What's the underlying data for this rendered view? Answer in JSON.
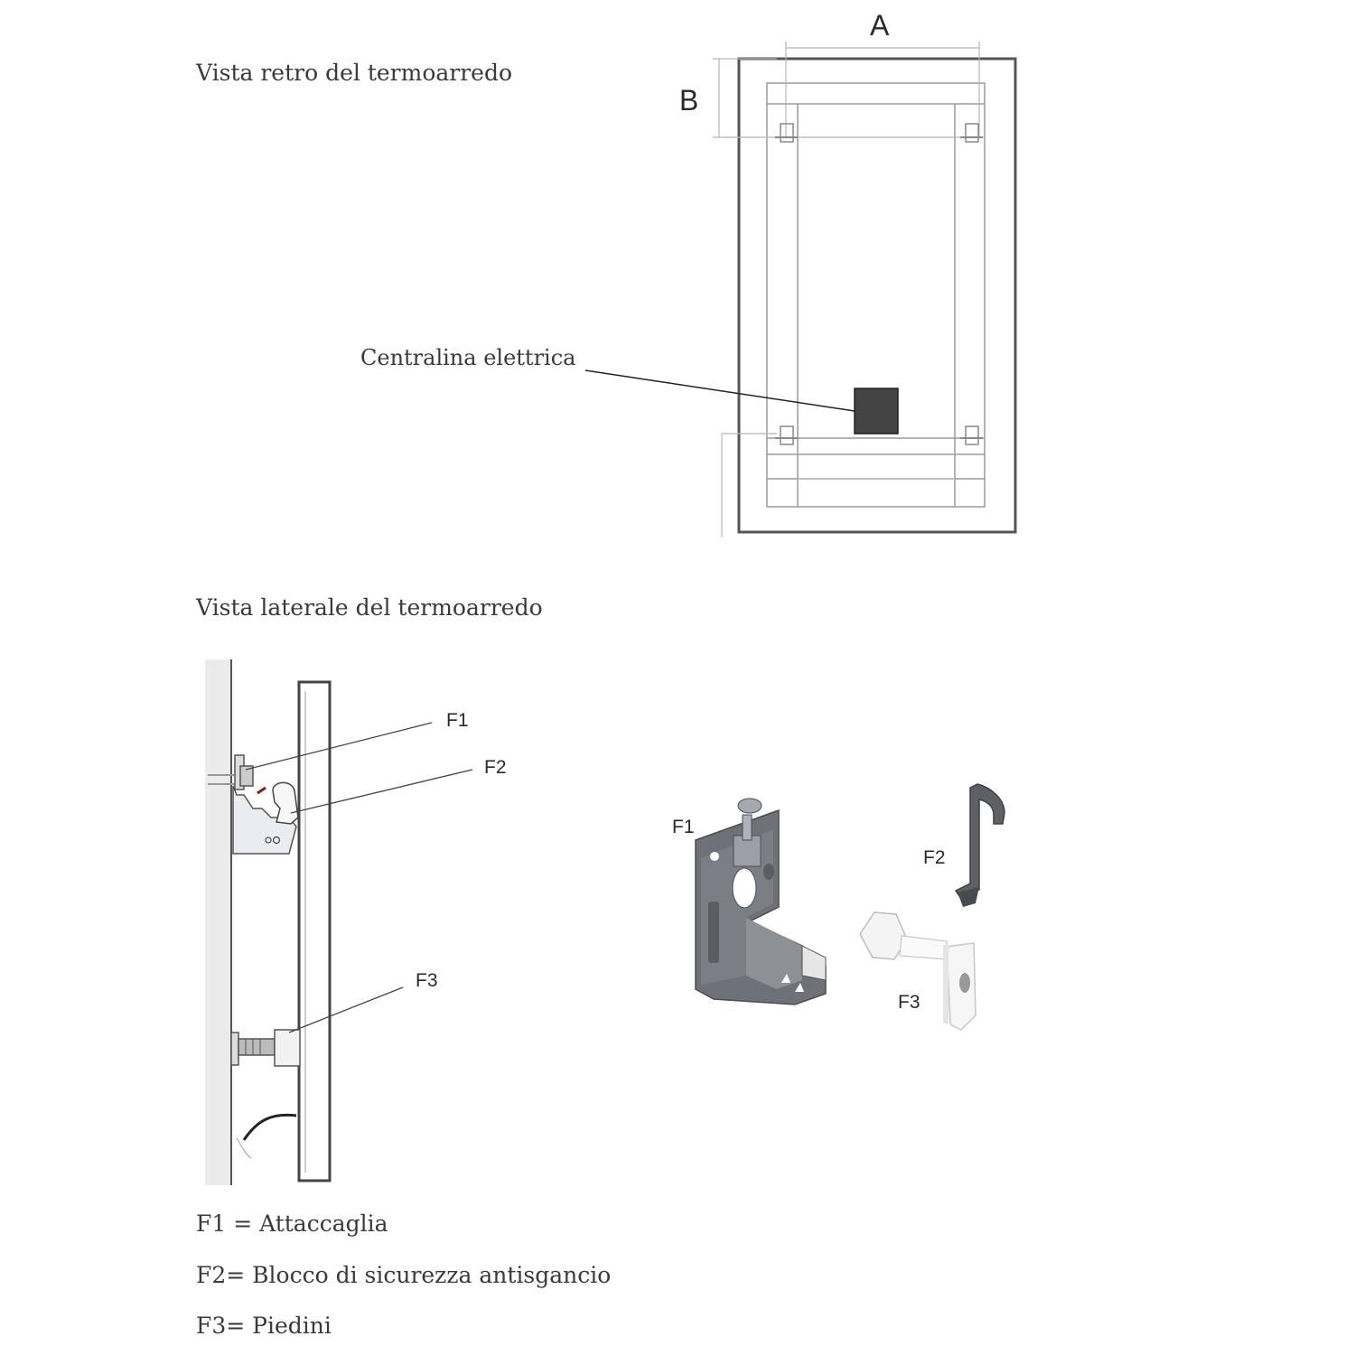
{
  "back_view": {
    "title": "Vista retro del termoarredo",
    "dim_a": "A",
    "dim_b": "B",
    "control_unit_label": "Centralina elettrica"
  },
  "side_view": {
    "title": "Vista laterale del termoarredo",
    "callouts": [
      "F1",
      "F2",
      "F3"
    ]
  },
  "parts_view": {
    "labels": [
      "F1",
      "F2",
      "F3"
    ]
  },
  "legend": [
    "F1 = Attaccaglia",
    "F2= Blocco di sicurezza antisgancio",
    "F3= Piedini"
  ],
  "colors": {
    "line": "#555555",
    "control_unit": "#444444",
    "bracket_metal": "#6e7278",
    "foot_plastic": "#f2f2f2",
    "wall": "#ebebeb"
  }
}
